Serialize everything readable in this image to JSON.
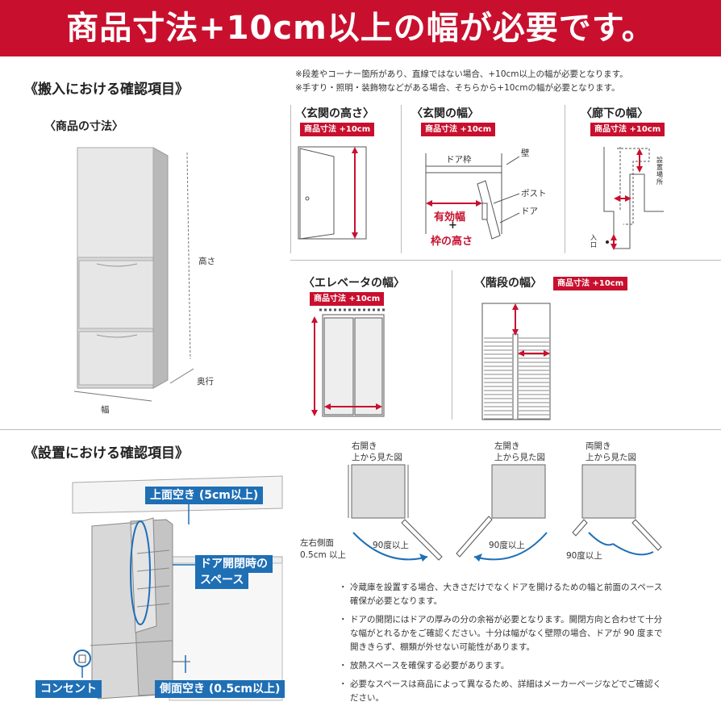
{
  "banner": {
    "title": "商品寸法+10cm以上の幅が必要です。"
  },
  "carry_in": {
    "section_title": "《搬入における確認項目》",
    "notes": [
      "※段差やコーナー箇所があり、直線ではない場合、+10cm以上の幅が必要となります。",
      "※手すり・照明・装飾物などがある場合、そちらから+10cmの幅が必要となります。"
    ],
    "product_size_title": "〈商品の寸法〉",
    "dim_height": "高さ",
    "dim_depth": "奥行",
    "dim_width": "幅",
    "entrance_height_title": "〈玄関の高さ〉",
    "entrance_width_title": "〈玄関の幅〉",
    "corridor_width_title": "〈廊下の幅〉",
    "elevator_width_title": "〈エレベータの幅〉",
    "stairs_width_title": "〈階段の幅〉",
    "tag": "商品寸法 +10cm",
    "door_frame": "ドア枠",
    "wall": "壁",
    "post": "ポスト",
    "door": "ドア",
    "effective_width": "有効幅",
    "plus": "+",
    "frame_height": "枠の高さ",
    "install_place": "設置場所",
    "entrance": "入口"
  },
  "installation": {
    "section_title": "《設置における確認項目》",
    "top_space": "上面空き (5cm以上)",
    "door_space_line1": "ドア開閉時の",
    "door_space_line2": "スペース",
    "outlet": "コンセント",
    "side_space": "側面空き (0.5cm以上)",
    "views": [
      {
        "title": "右開き",
        "subtitle": "上から見た図"
      },
      {
        "title": "左開き",
        "subtitle": "上から見た図"
      },
      {
        "title": "両開き",
        "subtitle": "上から見た図"
      }
    ],
    "side_gap_line1": "左右側面",
    "side_gap_line2": "0.5cm 以上",
    "angle": "90度以上",
    "bullets": [
      "冷蔵庫を設置する場合、大きさだけでなくドアを開けるための幅と前面のスペース確保が必要となります。",
      "ドアの開閉にはドアの厚みの分の余裕が必要となります。開閉方向と合わせて十分な幅がとれるかをご確認ください。十分は幅がなく壁際の場合、ドアが 90 度まで開ききらず、棚類が外せない可能性があります。",
      "放熱スペースを確保する必要があります。",
      "必要なスペースは商品によって異なるため、詳細はメーカーページなどでご確認ください。"
    ]
  },
  "colors": {
    "accent": "#c8102e",
    "blue": "#1f6fb5"
  }
}
